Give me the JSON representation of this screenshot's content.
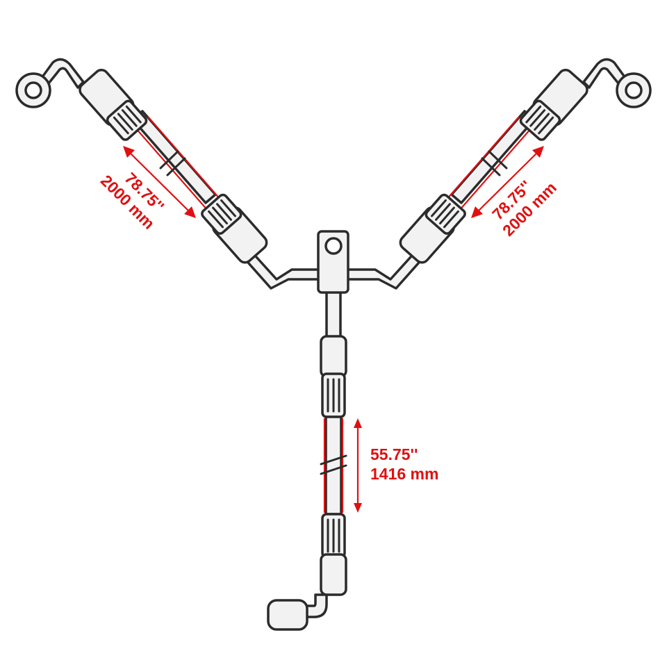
{
  "diagram": {
    "colors": {
      "outline": "#2b2b2b",
      "fill": "#f2f2f2",
      "dimension": "#e01010"
    },
    "dimensions": {
      "left": {
        "inches": "78.75''",
        "mm": "2000 mm"
      },
      "right": {
        "inches": "78.75''",
        "mm": "2000 mm"
      },
      "bottom": {
        "inches": "55.75''",
        "mm": "1416 mm"
      }
    }
  }
}
